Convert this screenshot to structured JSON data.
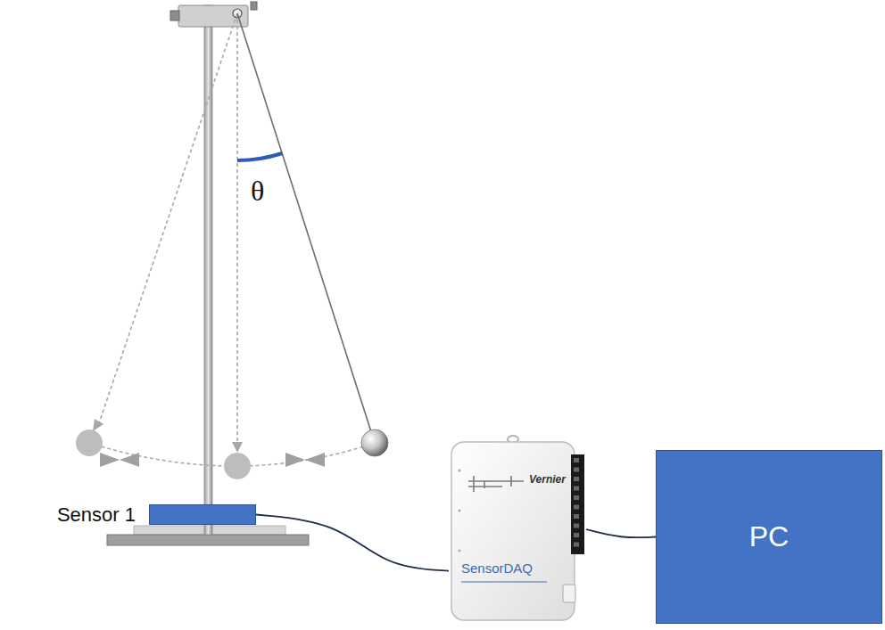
{
  "diagram": {
    "nodes": [
      {
        "text": [
          "Sensor 1"
        ]
      },
      {
        "text": [
          "Vernier",
          "SensorDAQ"
        ]
      },
      {
        "text": [
          "PC"
        ]
      }
    ],
    "edges": [
      {
        "from": 0,
        "to": 1,
        "arrow": "none"
      },
      {
        "from": 1,
        "to": 2,
        "arrow": "none"
      }
    ],
    "labels": [
      "θ"
    ]
  }
}
